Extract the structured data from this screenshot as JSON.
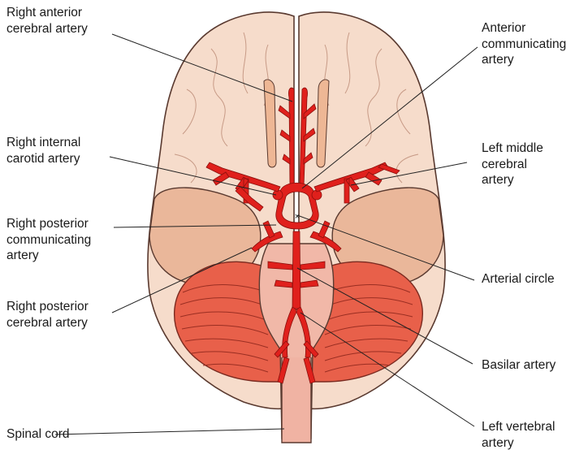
{
  "diagram": {
    "labels": {
      "right_anterior_cerebral": "Right anterior\ncerebral artery",
      "anterior_communicating": "Anterior\ncommunicating\nartery",
      "right_internal_carotid": "Right internal\ncarotid artery",
      "left_middle_cerebral": "Left middle\ncerebral\nartery",
      "right_posterior_communicating": "Right posterior\ncommunicating\nartery",
      "arterial_circle": "Arterial circle",
      "right_posterior_cerebral": "Right posterior\ncerebral artery",
      "basilar": "Basilar artery",
      "spinal_cord": "Spinal cord",
      "left_vertebral": "Left vertebral\nartery"
    },
    "colors": {
      "artery": "#e0201c",
      "brain_fill": "#f6dccb",
      "brain_shadow": "#eab79a",
      "cerebellum": "#e8604a",
      "brainstem": "#f1b8a8",
      "outline": "#5a3a30",
      "leader": "#222222"
    }
  }
}
